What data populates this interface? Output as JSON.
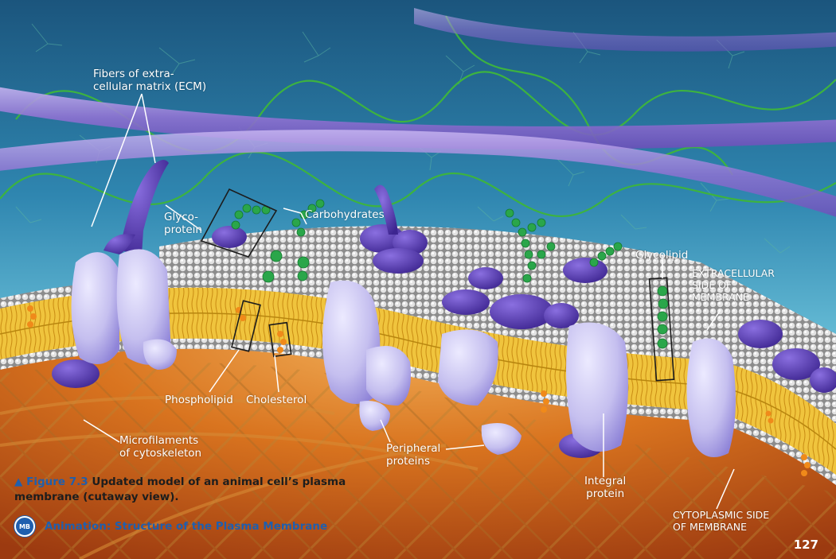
{
  "labels": {
    "ecm": "Fibers of extra-\ncellular matrix (ECM)",
    "glycoprotein": "Glyco-\nprotein",
    "carbohydrates": "Carbohydrates",
    "glycolipid": "Glycolipid",
    "extracellular": "EXTRACELLULAR\nSIDE OF\nMEMBRANE",
    "phospholipid": "Phospholipid",
    "cholesterol": "Cholesterol",
    "microfilaments": "Microfilaments\nof cytoskeleton",
    "peripheral": "Peripheral\nproteins",
    "integral": "Integral\nprotein",
    "cytoplasmic": "CYTOPLASMIC SIDE\nOF MEMBRANE"
  },
  "caption": {
    "figure": "Figure 7.3",
    "text": "Updated model of an animal cell’s plasma membrane (cutaway view)."
  },
  "animation": {
    "icon_text": "MB",
    "link_text": "Animation: Structure of the Plasma Membrane"
  },
  "page_number": "127",
  "colors": {
    "sky_top": "#1d5f86",
    "sky_bottom": "#8fdbe9",
    "cytoplasm": "#c4571d",
    "lipid_tails": "#f1c03a",
    "head_groups": "#c9c9c9",
    "protein": "#c8c4ef",
    "protein_dark": "#5b3fb3",
    "ecm_fiber": "#9a7fd6",
    "carbohydrate": "#29a34a",
    "caption_blue": "#1f5fae"
  }
}
